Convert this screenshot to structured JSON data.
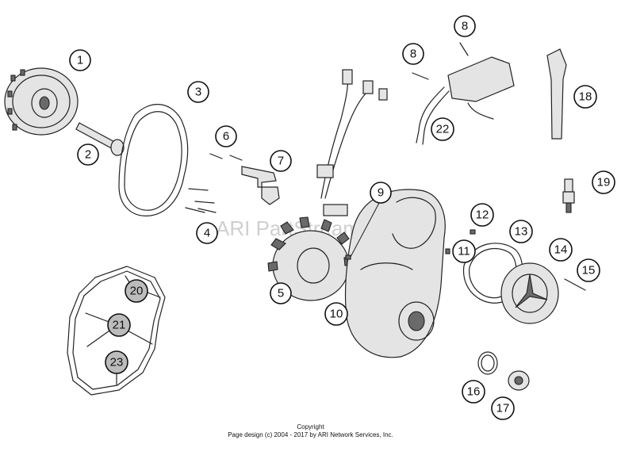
{
  "watermark": "ARI PartStream",
  "callouts": [
    {
      "id": "callout-1",
      "label": "1",
      "filled": false
    },
    {
      "id": "callout-2",
      "label": "2",
      "filled": false
    },
    {
      "id": "callout-3",
      "label": "3",
      "filled": false
    },
    {
      "id": "callout-4",
      "label": "4",
      "filled": false
    },
    {
      "id": "callout-5",
      "label": "5",
      "filled": false
    },
    {
      "id": "callout-6",
      "label": "6",
      "filled": false
    },
    {
      "id": "callout-7",
      "label": "7",
      "filled": false
    },
    {
      "id": "callout-8a",
      "label": "8",
      "filled": false
    },
    {
      "id": "callout-8b",
      "label": "8",
      "filled": false
    },
    {
      "id": "callout-9",
      "label": "9",
      "filled": false
    },
    {
      "id": "callout-10",
      "label": "10",
      "filled": false
    },
    {
      "id": "callout-11",
      "label": "11",
      "filled": false
    },
    {
      "id": "callout-12",
      "label": "12",
      "filled": false
    },
    {
      "id": "callout-13",
      "label": "13",
      "filled": false
    },
    {
      "id": "callout-14",
      "label": "14",
      "filled": false
    },
    {
      "id": "callout-15",
      "label": "15",
      "filled": false
    },
    {
      "id": "callout-16",
      "label": "16",
      "filled": false
    },
    {
      "id": "callout-17",
      "label": "17",
      "filled": false
    },
    {
      "id": "callout-18",
      "label": "18",
      "filled": false
    },
    {
      "id": "callout-19",
      "label": "19",
      "filled": false
    },
    {
      "id": "callout-20",
      "label": "20",
      "filled": true
    },
    {
      "id": "callout-21",
      "label": "21",
      "filled": true
    },
    {
      "id": "callout-22",
      "label": "22",
      "filled": false
    },
    {
      "id": "callout-23",
      "label": "23",
      "filled": true
    }
  ],
  "footer": {
    "line1": "Copyright",
    "line2": "Page design (c) 2004 - 2017 by ARI Network Services, Inc."
  }
}
